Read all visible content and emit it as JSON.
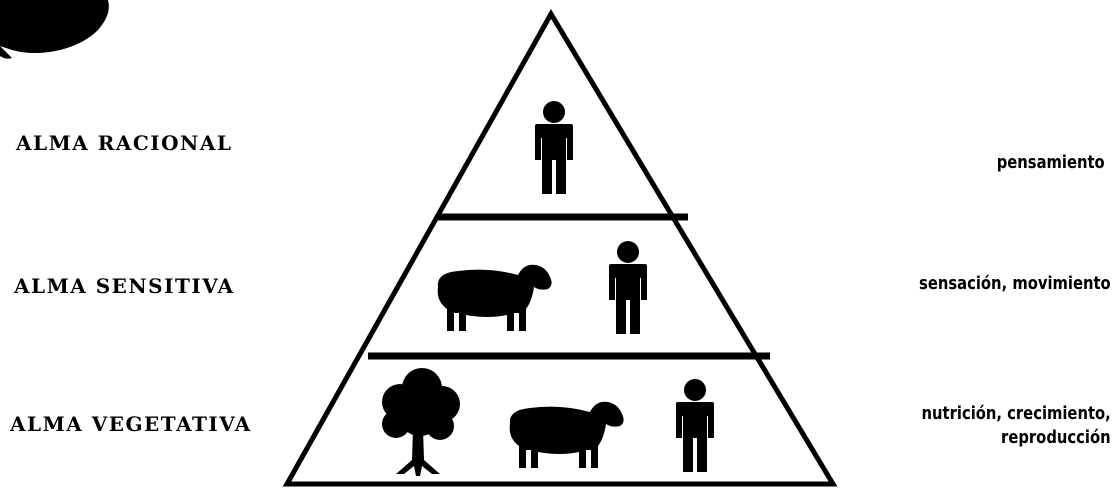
{
  "levels": [
    {
      "name": "ALMA RACIONAL",
      "description": [
        "pensamiento"
      ],
      "icons": [
        "human-icon"
      ]
    },
    {
      "name": "ALMA SENSITIVA",
      "description": [
        "sensación, movimiento"
      ],
      "icons": [
        "sheep-icon",
        "human-icon"
      ]
    },
    {
      "name": "ALMA VEGETATIVA",
      "description": [
        "nutrición, crecimiento,",
        "reproducción"
      ],
      "icons": [
        "tree-icon",
        "sheep-icon",
        "human-icon"
      ]
    }
  ],
  "colors": {
    "ink": "#000000",
    "background": "#ffffff"
  }
}
